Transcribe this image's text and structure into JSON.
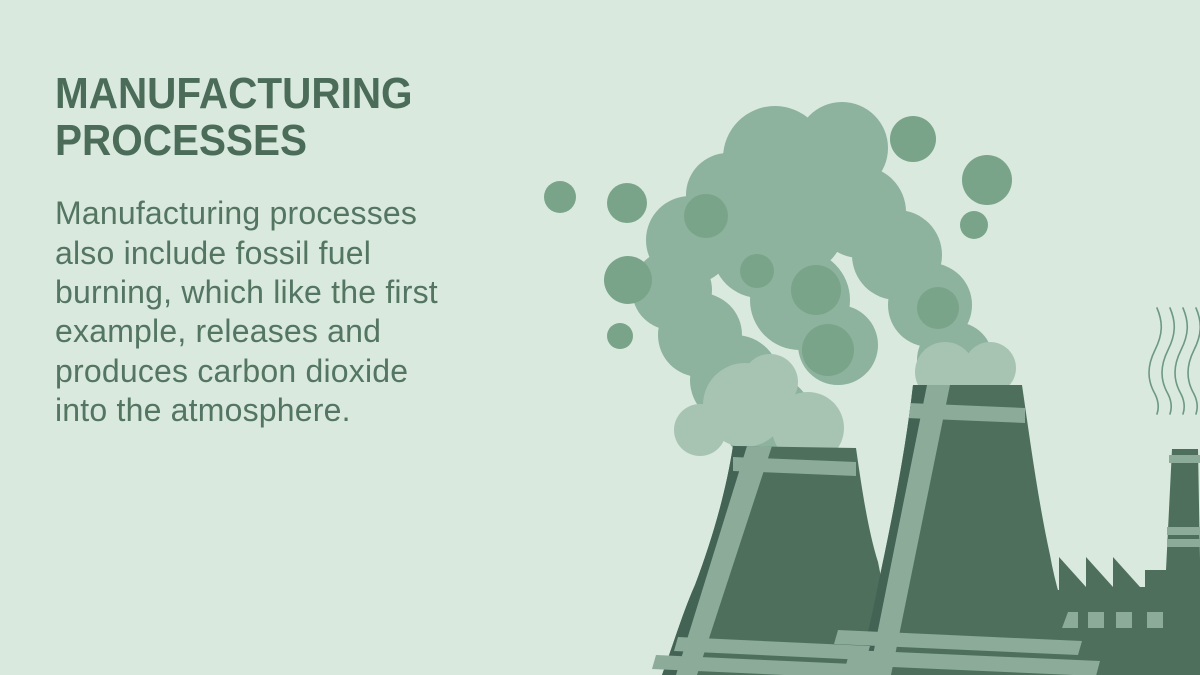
{
  "slide": {
    "title": "MANUFACTURING\nPROCESSES",
    "body": "Manufacturing processes\nalso include fossil fuel\nburning, which like the first\nexample, releases and\nproduces carbon dioxide\ninto the atmosphere."
  },
  "illustration": {
    "description": "flat illustration of two cooling towers and a factory with chimney emitting smoke clouds and heat waves",
    "elements": [
      "smoke-plume-main",
      "smoke-plume-light",
      "smoke-bubbles",
      "heat-waves",
      "cooling-tower-left",
      "cooling-tower-right",
      "factory-building",
      "chimney"
    ]
  },
  "theme": {
    "colors": {
      "background": "#d9e9dd",
      "title_text": "#4b6c58",
      "body_text": "#537561",
      "smoke_light": "#a7c4b2",
      "smoke_mid": "#8db29e",
      "smoke_dark": "#79a489",
      "structure_dark": "#4d6f5c",
      "structure_darker": "#436455",
      "structure_stripe": "#8cab99",
      "heat_wave": "#6d9882"
    }
  }
}
